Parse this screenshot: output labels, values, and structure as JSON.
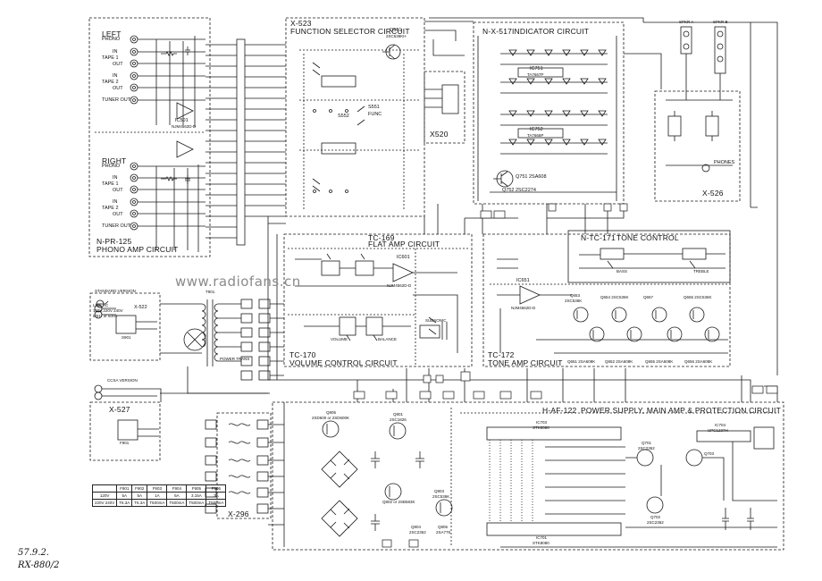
{
  "circuits": {
    "phono_amp": {
      "name": "N-PR-125",
      "title": "PHONO AMP CIRCUIT"
    },
    "function_selector": {
      "name": "X-523",
      "title": "FUNCTION SELECTOR CIRCUIT"
    },
    "indicator": {
      "name": "N-X-517",
      "title": "INDICATOR CIRCUIT"
    },
    "flat_amp": {
      "name": "TC-169",
      "title": "FLAT AMP CIRCUIT"
    },
    "volume": {
      "name": "TC-170",
      "title": "VOLUME CONTROL CIRCUIT"
    },
    "tone_control": {
      "name": "N-TC-171",
      "title": "TONE CONTROL"
    },
    "tone_amp": {
      "name": "TC-172",
      "title": "TONE AMP CIRCUIT"
    },
    "power_main": {
      "name": "H-AF-122",
      "title": "POWER SUPPLY, MAIN AMP & PROTECTION CIRCUIT"
    },
    "x520": "X520",
    "x526": "X-526",
    "x527": "X-527",
    "x296": "X-296",
    "x522": "X-522"
  },
  "channels": {
    "left": "LEFT",
    "right": "RIGHT"
  },
  "inputs_left": [
    "PHONO",
    "IN",
    "TAPE 1",
    "OUT",
    "IN",
    "TAPE 2",
    "OUT",
    "TUNER OUT"
  ],
  "inputs_right": [
    "PHONO",
    "IN",
    "TAPE 1",
    "OUT",
    "IN",
    "TAPE 2",
    "OUT",
    "TUNER OUT"
  ],
  "parts": {
    "ic501": "IC501",
    "ic501_type": "NJM4562D-D",
    "ic751": "IC751",
    "ic751_type": "TA7667P",
    "ic752": "IC752",
    "ic752_type": "TA7666P",
    "ic601": "IC601",
    "ic601_type": "NJM4562D-D",
    "ic651": "IC651",
    "ic651_type": "NJM4562D-D",
    "ic703": "IC703",
    "ic703_type": "STK8080",
    "ic701": "IC701",
    "ic701_type": "STK8080",
    "ic704": "IC704",
    "ic704_type": "UPC1237H",
    "q551": "Q551",
    "q551_type": "2SC536KH",
    "q751": "Q751 2SA608",
    "q752": "Q752 2SC2274",
    "q653": "Q653",
    "q653_type": "2SC536K",
    "q654": "Q654 2SC536K",
    "q657": "Q657",
    "q656": "Q656 2SC536K",
    "q651": "Q651 2SA608K",
    "q652": "Q652 2SA608K",
    "q655": "Q655 2SA608K",
    "q656b": "Q656 2SA608K",
    "q805": "Q805",
    "q805_type": "2SD600 or 2SD600K",
    "q801": "Q801",
    "q801_type": "2SC1826",
    "q802": "Q802 or 2SB583K",
    "q803": "Q803",
    "q803_type": "2SC536K",
    "q804": "Q804",
    "q804_type": "2SC2362",
    "q806": "Q806",
    "q806_type": "2SA778",
    "q701": "Q701",
    "q701_type": "2SC2362",
    "q702": "Q702",
    "q702_type": "2SC2362",
    "q703": "Q703",
    "s551": "S551",
    "s551_func": "FUNC",
    "s552": "S552",
    "phones": "PHONES",
    "speaker_a": "SPKR A",
    "speaker_b": "SPKR B",
    "balance": "BALANCE",
    "volume": "VOLUME",
    "bass": "BASS",
    "treble": "TREBLE",
    "subsonic": "SUBSONIC",
    "standard_version": "STANDARD VERSION",
    "line_ac": "LINE AC",
    "line_ac_spec": "120V,220V 240V",
    "line_ac_freq": "50Hz or 60Hz",
    "ccsa_version": "CCSA VERSION",
    "power_trans": "POWER TRANS",
    "s901": "S901",
    "f901": "F901",
    "t901": "T901"
  },
  "fuse_table": {
    "headers": [
      "",
      "F901",
      "F902",
      "F903",
      "F904",
      "F905",
      "F906"
    ],
    "rows": [
      [
        "120V",
        "5A",
        "5A",
        "1A",
        "5A",
        "3.15A",
        "3A"
      ],
      [
        "220V 240V",
        "T6.3A",
        "T6.3A",
        "T500mA",
        "T500mA",
        "T500mA",
        "T500mA"
      ]
    ]
  },
  "handwriting": {
    "line1": "57.9.2.",
    "line2": "RX-880/2"
  },
  "watermark": "www.radiofans.cn"
}
